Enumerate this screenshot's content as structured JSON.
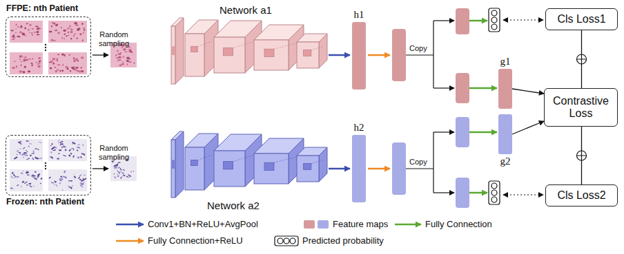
{
  "diagram": {
    "nodes": [
      {
        "text": [
          "FFPE: nth Patient"
        ]
      },
      {
        "text": [
          "h1"
        ]
      },
      {
        "text": [
          "g1"
        ]
      },
      {
        "text": [
          "Cls Loss1"
        ]
      },
      {
        "text": [
          "Contrastive Loss"
        ]
      },
      {
        "text": [
          "Cls Loss2"
        ]
      },
      {
        "text": [
          "g2"
        ]
      },
      {
        "text": [
          "h2"
        ]
      },
      {
        "text": [
          "Frozen: nth Patient"
        ]
      }
    ],
    "edges": [
      {
        "from": 2,
        "to": 4,
        "arrow": "to"
      },
      {
        "from": 6,
        "to": 4,
        "arrow": "to"
      },
      {
        "from": 3,
        "to": 4,
        "arrow": "none"
      },
      {
        "from": 5,
        "to": 4,
        "arrow": "none"
      }
    ],
    "labels": [
      "Random sampling",
      "Network a1",
      "Copy",
      "Random sampling",
      "Copy",
      "Network a2"
    ],
    "legend": [
      {
        "text": "Conv1+BN+ReLU+AvgPool"
      },
      {
        "text": "Feature maps",
        "color": "#d69a9d"
      },
      {
        "text": "Fully Connection"
      },
      {
        "text": "Fully Connection+ReLU"
      },
      {
        "text": "Predicted probability"
      }
    ]
  }
}
